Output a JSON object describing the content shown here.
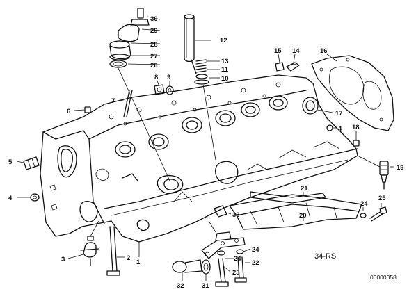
{
  "diagram": {
    "labels": [
      {
        "id": "30",
        "text": "30"
      },
      {
        "id": "29",
        "text": "29"
      },
      {
        "id": "28",
        "text": "28"
      },
      {
        "id": "27",
        "text": "27"
      },
      {
        "id": "26",
        "text": "26"
      },
      {
        "id": "12",
        "text": "12"
      },
      {
        "id": "13",
        "text": "13"
      },
      {
        "id": "11",
        "text": "11"
      },
      {
        "id": "10",
        "text": "10"
      },
      {
        "id": "15",
        "text": "15"
      },
      {
        "id": "14",
        "text": "14"
      },
      {
        "id": "16",
        "text": "16"
      },
      {
        "id": "8",
        "text": "8"
      },
      {
        "id": "9",
        "text": "9"
      },
      {
        "id": "7",
        "text": "7"
      },
      {
        "id": "6",
        "text": "6"
      },
      {
        "id": "17",
        "text": "17"
      },
      {
        "id": "4a",
        "text": "4"
      },
      {
        "id": "18",
        "text": "18"
      },
      {
        "id": "5",
        "text": "5"
      },
      {
        "id": "19",
        "text": "19"
      },
      {
        "id": "4b",
        "text": "4"
      },
      {
        "id": "21",
        "text": "21"
      },
      {
        "id": "24a",
        "text": "24"
      },
      {
        "id": "25",
        "text": "25"
      },
      {
        "id": "33",
        "text": "33"
      },
      {
        "id": "20",
        "text": "20"
      },
      {
        "id": "24b",
        "text": "24"
      },
      {
        "id": "24c",
        "text": "24"
      },
      {
        "id": "22",
        "text": "22"
      },
      {
        "id": "23",
        "text": "23"
      },
      {
        "id": "3",
        "text": "3"
      },
      {
        "id": "2",
        "text": "2"
      },
      {
        "id": "1",
        "text": "1"
      },
      {
        "id": "32",
        "text": "32"
      },
      {
        "id": "31",
        "text": "31"
      }
    ],
    "reference": "34-RS",
    "code": "00000058"
  }
}
